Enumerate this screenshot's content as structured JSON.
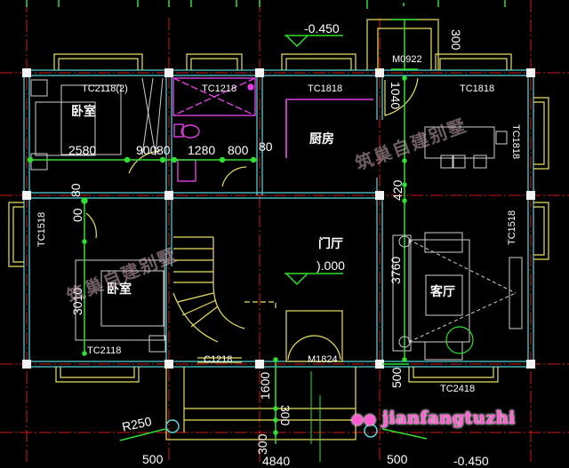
{
  "drawing": {
    "type": "architectural floor plan (CAD, black background)",
    "colors": {
      "background": "#000000",
      "wall": "#55d8e0",
      "window": "#e8e060",
      "axis": "#e02020",
      "dimension": "#30e030",
      "fixture": "#e040e0",
      "furniture": "#d0d0d0",
      "text": "#ffffff"
    }
  },
  "rooms": {
    "bedroom_top": "卧室",
    "bedroom_bottom": "卧室",
    "kitchen": "厨房",
    "foyer": "门厅",
    "living_room": "客厅"
  },
  "levels": {
    "exterior": "-0.450",
    "foyer": ").000"
  },
  "windows_doors": {
    "bedroom_top_window": "TC2118(2)",
    "bath_window": "TC1218",
    "kitchen_window": "TC1818",
    "back_door": "M0922",
    "dining_window": "TC1818",
    "dining_side_window": "TC1818",
    "left_window": "TC1518",
    "right_window": "TC1518",
    "bedroom_bottom_window": "TC2118",
    "stair_window": "C1218",
    "main_door": "M1824",
    "living_window": "TC2418"
  },
  "dimensions": {
    "d2580": "2580",
    "d900": "900",
    "d80a": "80",
    "d1280": "1280",
    "d800": "800",
    "d80b": "80",
    "d80c": "80",
    "d00": "00",
    "d3010": "3010",
    "d1040": "1040",
    "d300_top": "300",
    "d420": "420",
    "d3760": "3760",
    "d1600": "1600",
    "d300_steps": "300",
    "d300_bottom": "300",
    "d500_right": "500",
    "d500_bl": "500",
    "d500_bm": "500",
    "r250": "R250",
    "d4840": "4840",
    "level_br": "-0.450"
  },
  "watermarks": {
    "chinese": "筑巢自建别墅",
    "wechat_id": "jianfangtuzhi"
  }
}
